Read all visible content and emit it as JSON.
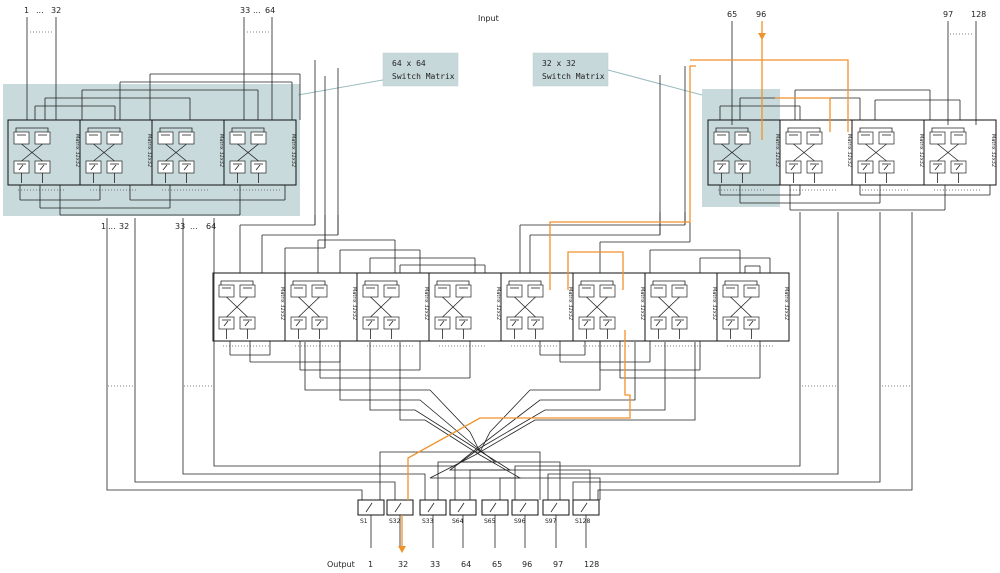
{
  "title": "Input",
  "output_label": "Output",
  "callouts": {
    "left": {
      "line1": "64 x 64",
      "line2": "Switch Matrix"
    },
    "right": {
      "line1": "32 x 32",
      "line2": "Switch Matrix"
    }
  },
  "input_labels": {
    "left_group_a": [
      "1",
      "...",
      "32"
    ],
    "left_group_b": [
      "33",
      "...",
      "64"
    ],
    "right_group_a": [
      "65",
      "96"
    ],
    "right_group_b": [
      "97",
      "128"
    ]
  },
  "mid_labels": [
    "1",
    "...",
    "32",
    "33",
    "...",
    "64"
  ],
  "module_label": "Matrix 32x32",
  "switch_labels": [
    "S1",
    "S32",
    "S33",
    "S64",
    "S65",
    "S96",
    "S97",
    "S128"
  ],
  "output_labels": [
    "1",
    "32",
    "33",
    "64",
    "65",
    "96",
    "97",
    "128"
  ],
  "colors": {
    "highlight_path": "#f0922a",
    "matrix_shade": "#9bbcc0",
    "callout_fill": "#c7d8da",
    "line": "#222222"
  }
}
